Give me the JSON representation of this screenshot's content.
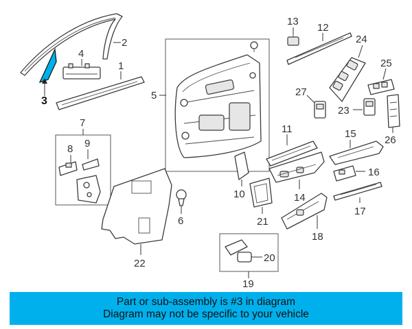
{
  "diagram": {
    "highlight_color": "#00b0ec",
    "callouts": {
      "c1": "1",
      "c2": "2",
      "c3": "3",
      "c4": "4",
      "c5": "5",
      "c6": "6",
      "c7": "7",
      "c8": "8",
      "c9": "9",
      "c10": "10",
      "c11": "11",
      "c12": "12",
      "c13": "13",
      "c14": "14",
      "c15": "15",
      "c16": "16",
      "c17": "17",
      "c18": "18",
      "c19": "19",
      "c20": "20",
      "c21": "21",
      "c22": "22",
      "c23": "23",
      "c24": "24",
      "c25": "25",
      "c26": "26",
      "c27": "27"
    }
  },
  "banner": {
    "background": "#00b0ec",
    "line1": "Part or sub-assembly is #3 in diagram",
    "line2": "Diagram may not be specific to your vehicle"
  }
}
